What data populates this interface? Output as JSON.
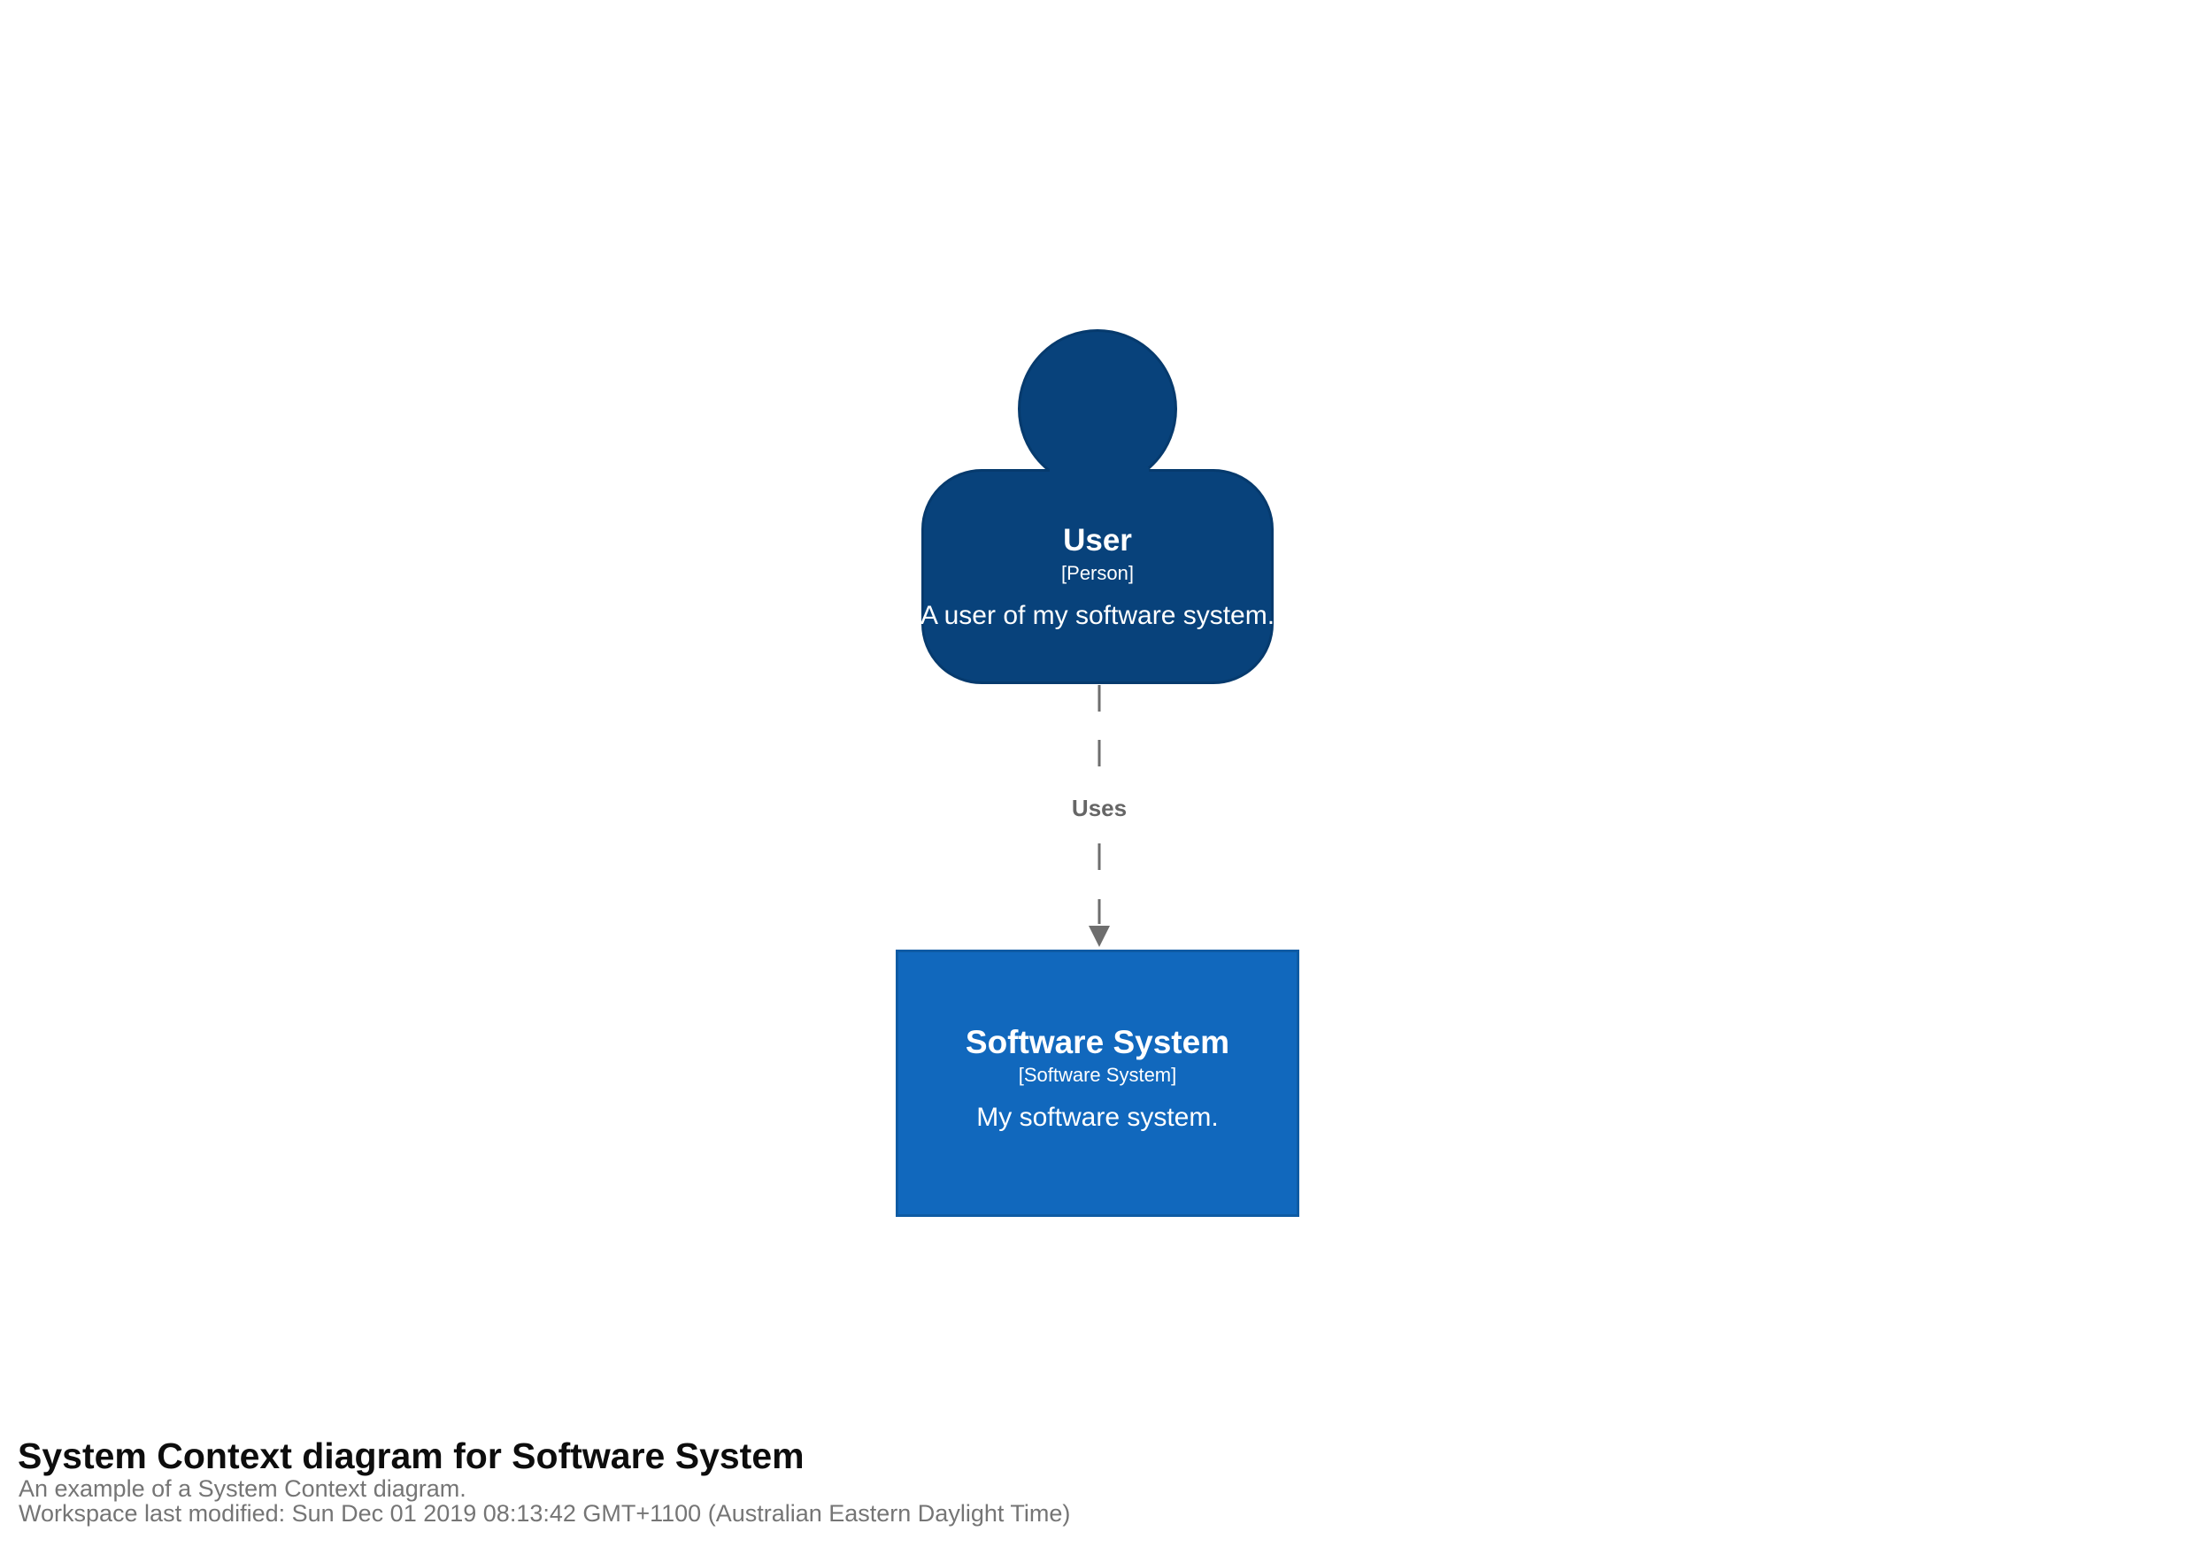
{
  "colors": {
    "canvas_bg": "#ffffff",
    "person_fill": "#08427b",
    "person_border": "#063a6d",
    "system_fill": "#1168bd",
    "system_border": "#0e5ba4",
    "connector": "#6e6e6e",
    "label_gray": "#666666",
    "title_color": "#0d0d0d",
    "footer_gray": "#757575"
  },
  "diagram": {
    "person": {
      "name": "User",
      "meta": "[Person]",
      "description": "A user of my software system."
    },
    "system": {
      "name": "Software System",
      "meta": "[Software System]",
      "description": "My software system."
    },
    "relationship": {
      "label": "Uses"
    }
  },
  "footer": {
    "title": "System Context diagram for Software System",
    "subtitle": "An example of a System Context diagram.",
    "modified": "Workspace last modified: Sun Dec 01 2019 08:13:42 GMT+1100 (Australian Eastern Daylight Time)"
  }
}
